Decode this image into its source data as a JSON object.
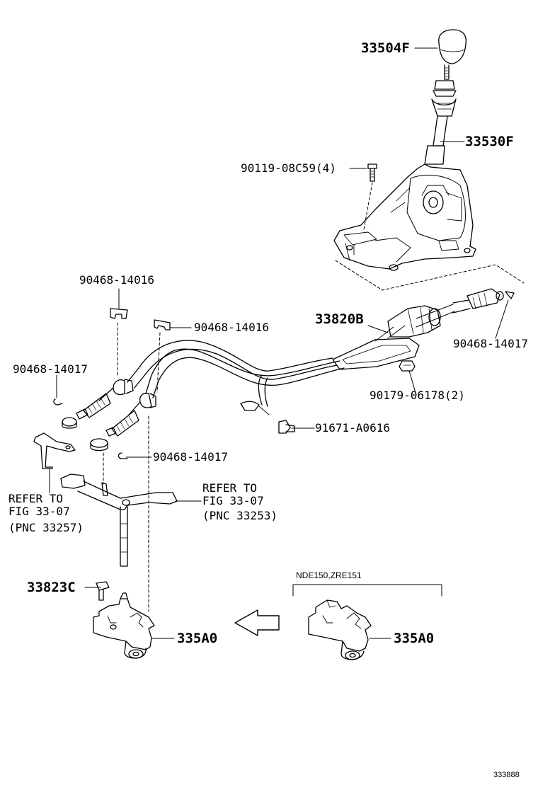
{
  "labels": {
    "knob": "33504F",
    "lever": "33530F",
    "bolt_4": "90119-08C59(4)",
    "clip_top_left": "90468-14016",
    "clip_top_mid": "90468-14016",
    "cable_assy": "33820B",
    "clip_right": "90468-14017",
    "nut_2": "90179-06178(2)",
    "bolt_91671": "91671-A0616",
    "clip_left": "90468-14017",
    "clip_mid": "90468-14017",
    "ref_left": [
      "REFER TO",
      "FIG 33-07",
      "(PNC 33257)"
    ],
    "ref_right": [
      "REFER TO",
      "FIG 33-07",
      "(PNC 33253)"
    ],
    "bolt_33823": "33823C",
    "bracket_left": "335A0",
    "bracket_right": "335A0",
    "variant_group": "NDE150,ZRE151",
    "diagram_id": "333888"
  }
}
